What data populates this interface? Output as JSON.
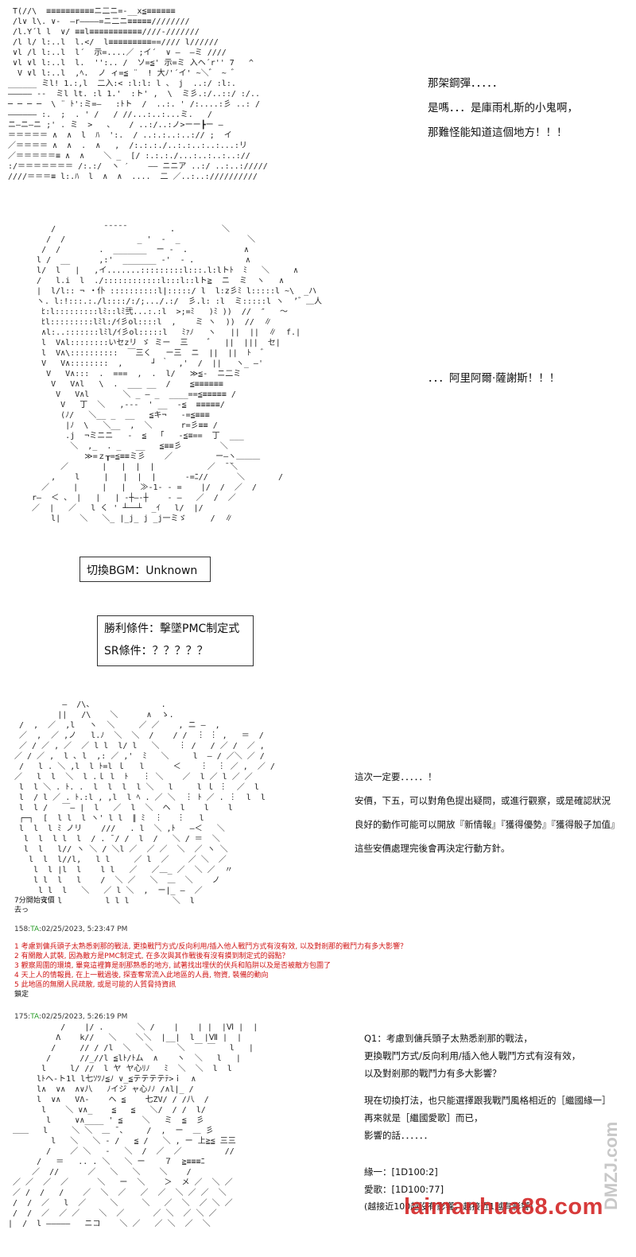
{
  "panel1": {
    "art": "  T(//\\  ≡≡≡≡≡≡≡≡≡≡ニ二ニ=-__x≦≡≡≡≡≡≡\n  /l∨ l\\. ∨-  ―r――――=ニ二ニ≡≡≡≡≡////////\n  /l.Y´l l  ∨/ ≡≡l≡≡≡≡≡≡≡≡≡≡≡////-///////\n  /l l/ l:..l  l.</  l≡≡≡≡≡≡≡≡≡==//// l//////\n  ∨l /l l:..l  l´  示=....／ ;イ´  ∨ ―  ―ミ ////\n  ∨l ∨l l:..l  l.  '':.. /  ソ=≦' 示=ミ 入ヘ´r'' 7   ^\n   V ∨l l:..l  ,ﾍ.  ノ ィ=≦ ¨  ! 大ﾉ'´イ' ~＼゛ ~ ゛\n ______ ミl! 1.:,l  二入:< :l:l: l 、 j  ..:/ :l:.\n ――――― ‐‐  ミl lt. :l 1.'  :ト' ,  \\  ミ彡.:/..::/ :/..\n ─ ─ ─ ─  \\ ¨ ﾄ':ミ=―   :ﾄト  /  ..:. ' /:....:彡 ..: /\n ―――――― :.  ;  . ' /   / //...:..:...ミ.   /\n ニ―ニ―ニ ;' . ミ  >   、   / ..:/..:ノ>ーー┣ー ―\n ＝＝＝＝＝ ∧  ∧  l  ﾊ  ':.  / ..:.:..:..:// ;  イ\n ／＝＝＝＝ ∧  ∧  .  ∧   ,  /:.:.:./..:.:..:..:...:リ\n ／＝＝＝＝＝≡ ∧  ∧    ＼ _  [/ :.:.:./...:..:..:..://\n :/＝＝＝＝＝＝＝ /:.:/  ヽ ′    ―― ニニア ..:/ ..:..://///\n ////＝＝＝≡ l:.ﾊ  l  ∧  ∧  ....  二 ／..:..://////////"
  },
  "dialog1": {
    "lines": [
      "那架鋼彈．．．．．",
      "是嗎．．．是庫雨札斯的小鬼啊，",
      "那難怪能知道這個地方！！！"
    ]
  },
  "panel2": {
    "art": "      /          ̄ ̄ ̄ ̄ ̄          ．         ＼\n     /  /               _ '  ‐  _              ＼\n    /  /        .  _______  ー ‐  ．           ∧\n   l /  __      ,:'  _______ ‐'  ‐ ．          ∧\n   l/  l   |   ,イ.......:::::::::l:::.l:lトﾄ  ﾐ   ＼     ∧\n   /   l.i  l  ./::::::::::::l:::l::lト≧  ニ  ミ  ヽ   ∧\n   |  l/l:: ¬ ・仆 ::::::::::l|:::::/ l  l:z彡ﾐ l:::::l ~\\  _ハ\n   ヽ. l:!:::.:./l::::/:/;.../.:/  彡.l: :l  ミ:::::l ヽ  ’゛＿人\n    ﾋ:l:::::::::lﾐ::lﾐ弐...:.:l  >;=ﾐ   )ﾐ ))  //  ″   ～\n    ﾋl:::::::::lﾐl:/ｲ彡ol::::l  ,    ミ ヽ  ))  //  ∥     \n    ∧l:..:::::::lﾐl/ｲ彡ol:::::l   ﾐｧﾉ   ヽ   ||  ||  ∥  f.|\n    l  V∧l::::::::いセzリ ゞ ミー  三    ゛  ||  |||  セ|\n    l  V∧\\::::::::::  ￣三く   ー三  ニ  ||  ||  ﾄ  ゛\n    V   V∧::::::::  ,      ┘ ｀  ,'  /  ||   ヽ_ ―'\n     V   V∧:::  .  ===  ,  .  l/   ≫≦‐  ニ二ミ\n      V   V∧l   \\  .  ___ __  /    ≦≡≡≡≡≡≡\n       V   V∧l       ＼ _ ― _  ____==≦≡≡≡≡≡ /\n        V   丁  ＼   ,---  ' __  -≦  ≡≡≡≡≡/\n        (ﾉ/   ＼__ _  __   ≦キ¬   -=≦≡≡≡\n         |ﾉ  \\   ＼__  ,  ＼      r=彡≡≡ /\n         .j  ¬ミニニ   -  ≦  「   -≦≡==  丁  ___\n          ＼  ,_  . _   __   ≦≡≡彡        ＼\n             ≫=ｚ┰=≦≡≡ミ彡    ／         ー―ヽ＿＿＿\n        ／       |   |  |  |           ／  ̄ ̄＼\n      ,    l     |   |  |  |      -=ﾆ//      ＼       /\n    ／     |     |   |   ≫-1- ‐ =    |/  /  ／  /\n  r―  ＜ 、 |   |   | ‐┼―‐┼    ‐ ―   ／  /  ／\n  ／  |   ／   l く ' ┴──┴  _ｲ   l/  |/\n      l|    ＼   ＼_ |_j_ j _j一ミゞ     /  ∥"
  },
  "dialog2": {
    "lines": [
      "．．．阿里阿爾·薩謝斯！！！"
    ]
  },
  "bgm_box": {
    "label": "切換BGM：Unknown"
  },
  "conditions_box": {
    "win": "勝利條件：擊墜PMC制定式",
    "sr": "SR條件：？？？？？"
  },
  "panel3": {
    "art": "           ―  /\\、              .\n          ||   /\\    ＼      ∧  ゝ.\n  /  ,  ／  ,l   ヽ  ＼     ／ ／    , ニ ―  ,\n  ／  ,  ／ ,ノ   l.ﾉ  ＼  ＼  /    / /  ︙ ︙ ,   ＝  /\n  ／ / ／ , ／  ／ l l  l/ l   ＼    ︙ /   / ／ /  ／ ,\n ／ / ／ ,  l ､ l  ,: ／ ,'  ﾐ   ＼     l  ― / ／＼ ／ /\n  /   l . ＼ ,l  l ﾄ=l ｌ   l      ＜    ︙  ︙ ／ ,  ／ /\n ／   l  l  ＼  l .ｌ l  ﾄ   ︙ ＼    ／  l ／ l ／ ／\n  l  l ＼ . ﾄ. .  l  l  l  l ＼   l     l ｌ ︙  ／  l\n  l  / l ／ . ﾄ.:l , ,l  l ﾍ . ／ ＼  ︙ ﾄ ／ . ︙  l  l\n  l  l /   ￣― |  l   ／  l  ＼  ヘ  l    l    l\n  ┌─┐  [  l l  l ヽ' l l  ∥ ﾐ  ︙   ︙   l\n  l  l  l ﾐ ノリ    ///   . l  ＼ ,ﾄ   ―＜   ＼\n   l  l  l l  l  / . ̄ / /  l  /   ＼ / ＝  ＼\n   l  l   l// ヽ ＼ / ＼l ／  ／ ／  ＼  ／ ヽ ＼\n    l  l  l//l,   l l     ／ l  ／    ／ ＼  ／\n     l  l |l  l    l l   ／   ／＿_ ／  ＼ ／  〃\n     l l  l   l    /  ＼ ／   ＼  ＿  ＼    ノ\n      l l  l   ＼   ／ l ＼  ,  ー|_ ―  ／\n       l  l         l l l         ＼  l"
  },
  "dialog3": {
    "lines": [
      "這次一定要．．．．．！",
      "安價，下五，可以對角色提出疑問，或進行觀察，或是確認狀況",
      "良好的動作可能可以開放『新情報』『獲得優勢』『獲得骰子加值』",
      "這些安價處理完後會再決定行動方針。"
    ]
  },
  "log": {
    "timer": "7分開始安價",
    "go": "去っ",
    "post1_stamp": "158:",
    "post1_name": "TA",
    "post1_time": ":02/25/2023, 5:23:47 PM",
    "questions": [
      "1  考慮到傭兵頭子太熟悉剎那的戰法, 更換戰鬥方式/反向利用/插入他人戰鬥方式有沒有效, 以及對剎那的戰鬥力有多大影響？",
      "2 有關敵人武裝, 因為敵方是PMC制定式, 在多次與其作戰後有沒有摸到制定式的弱點？",
      "3 觀察周圍的環境, 畢竟這裡算是剎那熟悉的地方, 試著找出埋伏的伏兵和陷阱以及是否被敵方包圍了",
      "4 天上人的情報員, 在上一戰過後, 探查奪常流入此地區的人員, 物資, 裝備的動向",
      "5 此地區的無關人民疏散, 或是可能的人質脅持資訊"
    ],
    "lock": "鎖定",
    "post2_stamp": "175:",
    "post2_name": "TA",
    "post2_time": ":02/25/2023, 5:26:19 PM"
  },
  "panel4": {
    "art": "            /    |/ .       ＼ /    |    | |  |Ⅵ |  |\n           Λ    k//   ＼    ＼＼  |__|  l  |Ⅶ |  |\n          /     // / /l  ＼   ＼     ＼  ￣ ￣   l   |\n         /      //_//l ≦lﾄ/ﾄム  ∧    ヽ  ＼   l   |\n        l     l/ //  l ヤ ヤ心ﾘﾉ   ﾐ  ＼  ＼  l  l\n       lﾄへ‐ト1l l七ｿﾂﾉ≦ﾉ ∨_≦テテテテﾃ>ｉ  ∧\n       l∧  ∨∧  ∧∨八   ﾉイジ ャ心ﾉﾉ /∧l|_ /\n       l  ∨∧   VΛ-    ヘ ≦    七ZV/ / /八  /\n        l    ＼ ∨∧_    ≦   ≦   ＼/  / /  l/\n         l     ∨∧____ ' ≦    ＼   ミ  ≦  彡\n  ＿＿   l     ＼ ＼  ＿ ̄ 、    /  ,  ー  ＿ 彡\n          l   ＼   ＼ ‐ /   ≦ /   ＼ , ー 上≧≦ 三三\n         /    ／ ＼   -   ＼  /  ／  ／         //\n       /   ＝   .. . ＼   ＼ ー    ７  ≧≡≡≡ﾆ\n      ／  //      ／   ＼   ＼    ＼    /\n  ／ ／  ／  ／      ＼   ー  ＼    ＞  メ ／  ＼ ／\n  ／ /  /   /    ／  ＼  ／   ／  ／  ＼ ／ ／  ＼\n  /  /  ／   l  ／     ＼     ＼   ／  ＼  ／ ＼ ／\n  /  /  ／  ／ ／    ＼  ／      ／ ＼  ／ ＼ ／\n |  /  l ―――――   ニコ    ＼ ／   ／ ＼  ／  ＼"
  },
  "qa": {
    "q1_a": "Q1：考慮到傭兵頭子太熟悉剎那的戰法，",
    "q1_b": "更換戰鬥方式/反向利用/插入他人戰鬥方式有沒有效，",
    "q1_c": "以及對剎那的戰鬥力有多大影響？",
    "a1_a": "現在切換打法，也只能選擇跟我戰鬥風格相近的［繼國緣一］",
    "a1_b": "再來就是［繼國愛歌］而已，",
    "a1_c": "影響的話．．．．．．",
    "roll1_label": "緣一：",
    "roll1_value": "[1D100:2]",
    "roll2_label": "愛歌：",
    "roll2_value": "[1D100:77]",
    "note": "(越接近100越沒有影響，越接近1越有影響)"
  },
  "watermark": {
    "site": "laimanhua88.com",
    "side": "DMZJ.com",
    "site_color": "#d42a2a",
    "side_color": "#c8c8c8"
  }
}
